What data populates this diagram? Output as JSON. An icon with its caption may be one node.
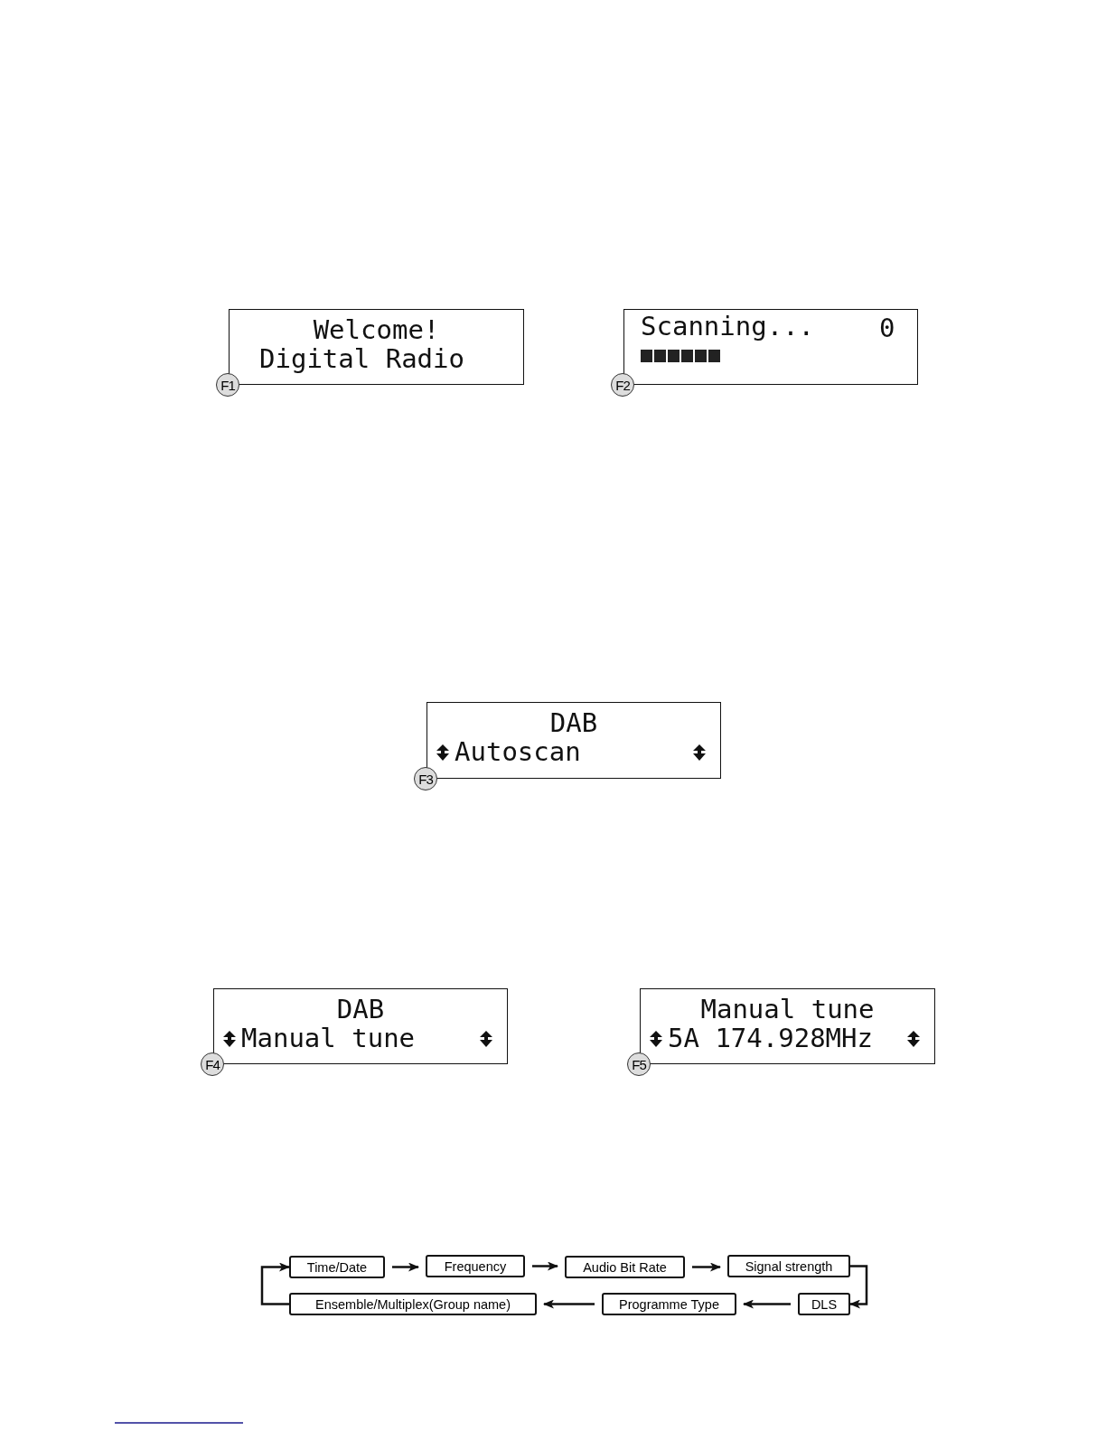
{
  "diagram": {
    "nodes": [
      {
        "text": [
          "Welcome!",
          "Digital Radio"
        ],
        "beside": [
          "F1"
        ]
      },
      {
        "text": [
          "Scanning...",
          "0"
        ],
        "beside": [
          "F2"
        ]
      },
      {
        "text": [
          "DAB",
          "Autoscan"
        ],
        "beside": [
          "F3"
        ]
      },
      {
        "text": [
          "DAB",
          "Manual tune"
        ],
        "beside": [
          "F4"
        ]
      },
      {
        "text": [
          "Manual tune",
          "5A 174.928MHz"
        ],
        "beside": [
          "F5"
        ]
      },
      {
        "text": [
          "Time/Date"
        ]
      },
      {
        "text": [
          "Frequency"
        ]
      },
      {
        "text": [
          "Audio Bit Rate"
        ]
      },
      {
        "text": [
          "Signal strength"
        ]
      },
      {
        "text": [
          "Ensemble/Multiplex(Group name)"
        ]
      },
      {
        "text": [
          "Programme Type"
        ]
      },
      {
        "text": [
          "DLS"
        ]
      }
    ],
    "edges": [
      {
        "from": 5,
        "to": 6,
        "arrow": "to"
      },
      {
        "from": 6,
        "to": 7,
        "arrow": "to"
      },
      {
        "from": 7,
        "to": 8,
        "arrow": "to"
      },
      {
        "from": 8,
        "to": 11,
        "arrow": "to"
      },
      {
        "from": 11,
        "to": 10,
        "arrow": "to"
      },
      {
        "from": 10,
        "to": 9,
        "arrow": "to"
      },
      {
        "from": 9,
        "to": 5,
        "arrow": "to"
      }
    ]
  }
}
